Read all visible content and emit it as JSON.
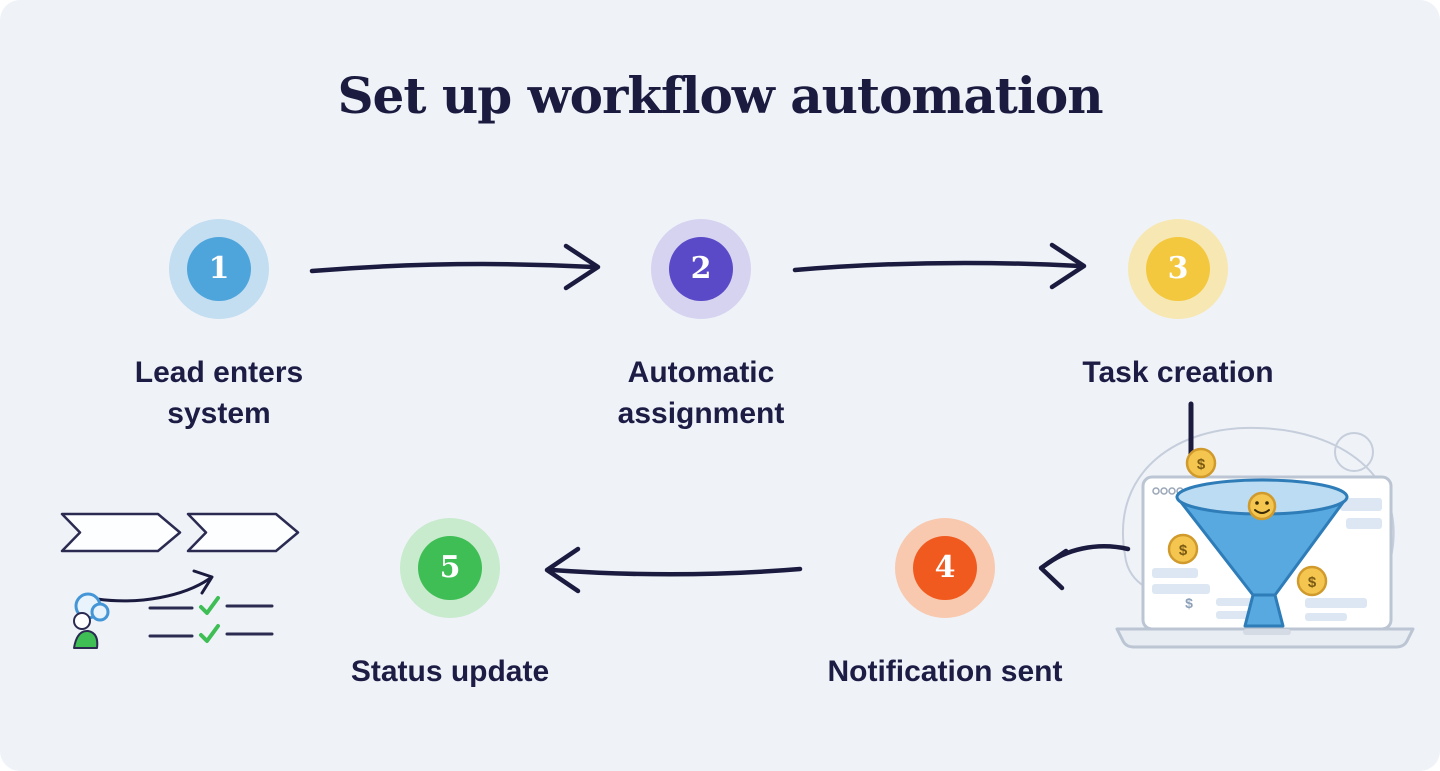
{
  "title": "Set up workflow automation",
  "theme": {
    "background": "#EFF3F8",
    "text": "#1C1C44",
    "arrow": "#1B1B40"
  },
  "steps": [
    {
      "number": "1",
      "label": "Lead enters system",
      "label_lines": [
        "Lead enters",
        "system"
      ],
      "disc_color": "#4EA5DC",
      "halo_color": "#C3DDF1"
    },
    {
      "number": "2",
      "label": "Automatic assignment",
      "label_lines": [
        "Automatic",
        "assignment"
      ],
      "disc_color": "#5B4AC8",
      "halo_color": "#D6D3F0"
    },
    {
      "number": "3",
      "label": "Task creation",
      "label_lines": [
        "Task creation"
      ],
      "disc_color": "#F3C83E",
      "halo_color": "#F7E7B2"
    },
    {
      "number": "4",
      "label": "Notification sent",
      "label_lines": [
        "Notification sent"
      ],
      "disc_color": "#F15A1F",
      "halo_color": "#F8C9AE"
    },
    {
      "number": "5",
      "label": "Status update",
      "label_lines": [
        "Status update"
      ],
      "disc_color": "#3FBE55",
      "halo_color": "#C8EACD"
    }
  ],
  "arrows": [
    {
      "name": "arrow-step1-step2",
      "from": "1",
      "to": "2",
      "direction": "right"
    },
    {
      "name": "arrow-step2-step3",
      "from": "2",
      "to": "3",
      "direction": "right"
    },
    {
      "name": "arrow-funnel-step4",
      "from": "funnel-illustration",
      "to": "4",
      "direction": "left"
    },
    {
      "name": "arrow-step4-step5",
      "from": "4",
      "to": "5",
      "direction": "left"
    }
  ],
  "illustrations": [
    {
      "name": "status-checklist-illustration",
      "description": "chevron process arrows, character, checklist with green checkmarks"
    },
    {
      "name": "lead-funnel-laptop-illustration",
      "description": "laptop with sales funnel and dollar coins"
    }
  ],
  "illustration_labels": {
    "coin_symbol": "$"
  }
}
